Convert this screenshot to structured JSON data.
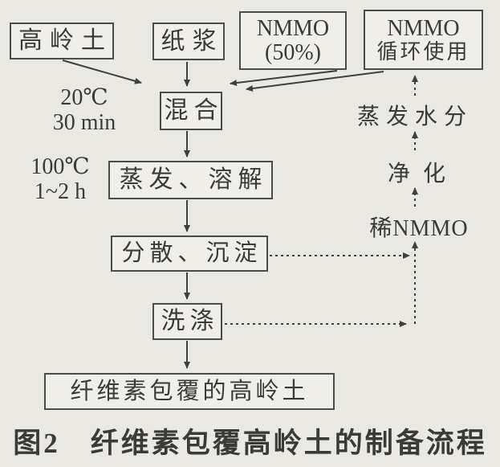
{
  "diagram": {
    "boxes": {
      "kaolin": {
        "label": "高岭土"
      },
      "pulp": {
        "label": "纸浆"
      },
      "nmmo50": {
        "line1": "NMMO",
        "line2": "(50%)"
      },
      "nmmo_recycle": {
        "line1": "NMMO",
        "line2": "循环使用"
      },
      "mix": {
        "label": "混合"
      },
      "evaporate_dissolve": {
        "label": "蒸发、溶解"
      },
      "disperse_precipitate": {
        "label": "分散、沉淀"
      },
      "wash": {
        "label": "洗涤"
      },
      "product": {
        "label": "纤维素包覆的高岭土"
      }
    },
    "condition_labels": {
      "mix_temp": "20℃",
      "mix_time": "30 min",
      "evap_temp": "100℃",
      "evap_time": "1~2 h"
    },
    "side_labels": {
      "evaporate_water": "蒸发水分",
      "purify": "净化",
      "dilute_nmmo": "稀NMMO"
    },
    "caption": "图2　纤维素包覆高岭土的制备流程",
    "colors": {
      "background": "#eae8e3",
      "line": "#3f3f3d",
      "border": "#4b4b48",
      "text": "#3a3a38"
    }
  }
}
